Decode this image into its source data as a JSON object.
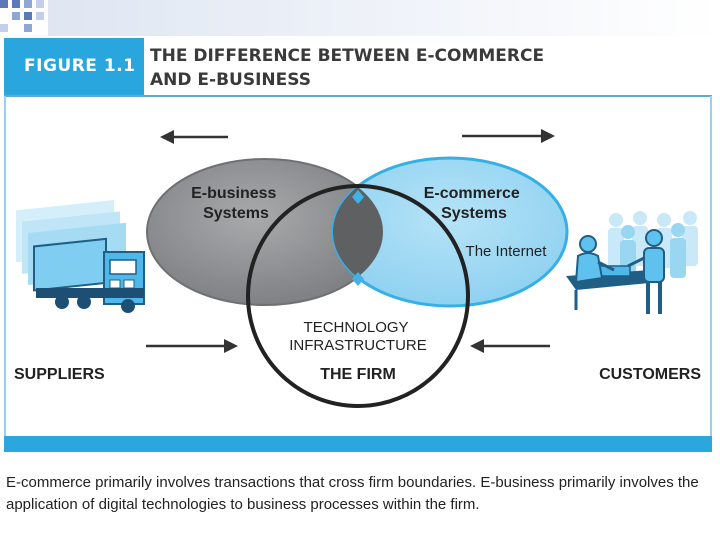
{
  "figure": {
    "label": "FIGURE 1.1",
    "title_lines": [
      "THE DIFFERENCE BETWEEN E-COMMERCE",
      "AND E-BUSINESS"
    ]
  },
  "diagram": {
    "ebusiness_lines": [
      "E-business",
      "Systems"
    ],
    "ecommerce_lines": [
      "E-commerce",
      "Systems"
    ],
    "internet_label": "The Internet",
    "infrastructure_lines": [
      "TECHNOLOGY",
      "INFRASTRUCTURE"
    ],
    "firm_label": "THE FIRM",
    "suppliers_label": "SUPPLIERS",
    "customers_label": "CUSTOMERS"
  },
  "caption_lines": [
    "E-commerce primarily involves transactions that cross firm boundaries. E-business primarily involves the",
    "application of digital technologies to business processes within the firm."
  ],
  "colors": {
    "brand_blue": "#29a6dd",
    "ebusiness_gray": "#8e8f91",
    "ecommerce_blue": "#9fd7f2"
  },
  "icons": [
    "truck-icon",
    "customers-people-icon",
    "arrow-left-icon",
    "arrow-right-icon"
  ]
}
